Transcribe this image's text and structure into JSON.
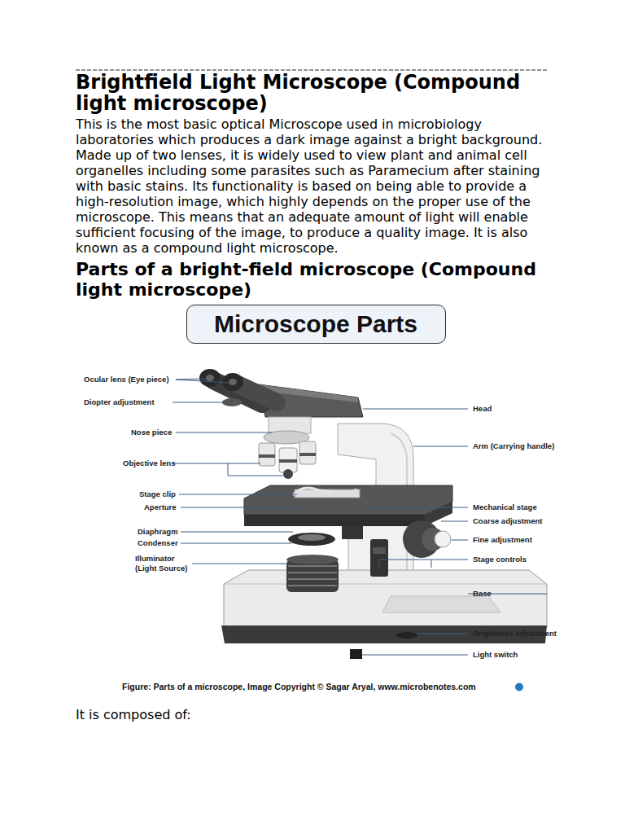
{
  "diagram": {
    "title": "Brightfield Light Microscope (Compound light microscope)",
    "caption": "Figure: Parts of a microscope, Image Copyright © Sagar Aryal, www.microbenotes.com",
    "nodes": [
      {
        "text": [
          "Microscope Parts"
        ]
      }
    ],
    "labels": [
      "This is the most basic optical Microscope used in microbiology laboratories which produces a dark image against a bright background. Made up of two lenses, it is widely used to view plant and animal cell organelles including some parasites such as Paramecium after staining with basic stains. Its functionality is based on being able to provide a high-resolution image, which highly depends on the proper use of the microscope. This means that an adequate amount of light will enable sufficient focusing of the image, to produce a quality image. It is also known as a compound light microscope.",
      "Parts of a bright-field microscope (Compound light microscope)",
      "Ocular lens (Eye piece)",
      "Diopter adjustment",
      "Nose piece",
      "Objective lens",
      "Stage clip",
      "Aperture",
      "Diaphragm",
      "Condenser",
      "Illuminator (Light Source)",
      "Head",
      "Arm (Carrying handle)",
      "Mechanical stage",
      "Coarse adjustment",
      "Fine adjustment",
      "Stage controls",
      "Base",
      "Brightness adjustment",
      "Light switch",
      "It is composed of:"
    ]
  }
}
